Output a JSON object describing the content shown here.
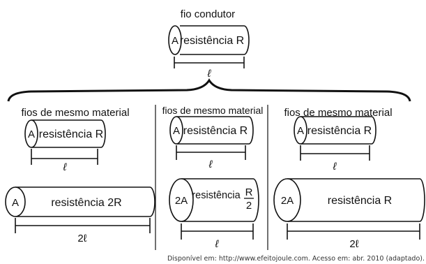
{
  "top": {
    "title": "fio condutor",
    "cross_section": "A",
    "resistance": "resistência R",
    "length": "ℓ"
  },
  "columns": [
    {
      "header": "fios de mesmo material",
      "wire1": {
        "cross_section": "A",
        "resistance": "resistência R",
        "length": "ℓ"
      },
      "wire2": {
        "cross_section": "A",
        "resistance": "resistência 2R",
        "length": "2ℓ"
      }
    },
    {
      "header": "fios de mesmo material",
      "wire1": {
        "cross_section": "A",
        "resistance": "resistência R",
        "length": "ℓ"
      },
      "wire2": {
        "cross_section": "2A",
        "resistance": "resistência",
        "fraction_num": "R",
        "fraction_den": "2",
        "length": "ℓ"
      }
    },
    {
      "header": "fios de mesmo material",
      "wire1": {
        "cross_section": "A",
        "resistance": "resistência R",
        "length": "ℓ"
      },
      "wire2": {
        "cross_section": "2A",
        "resistance": "resistência R",
        "length": "2ℓ"
      }
    }
  ],
  "caption": "Disponível em: http://www.efeitojoule.com. Acesso em: abr. 2010 (adaptado)."
}
